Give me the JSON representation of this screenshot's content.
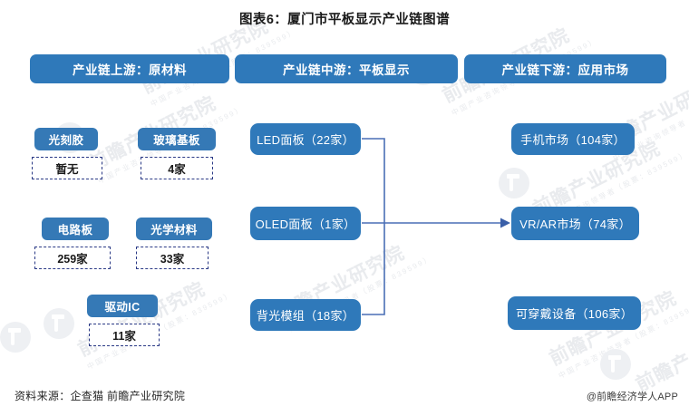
{
  "title": "图表6：厦门市平板显示产业链图谱",
  "colors": {
    "header_blue": "#2f79ba",
    "node_blue": "#2f79ba",
    "cap_blue": "#3579b6",
    "dashed_border": "#2b3a86",
    "connector": "#4a6fb5",
    "text_dark": "#1a1a1a"
  },
  "headers": [
    {
      "label": "产业链上游：原材料"
    },
    {
      "label": "产业链中游：平板显示"
    },
    {
      "label": "产业链下游：应用市场"
    }
  ],
  "upstream": {
    "items": [
      {
        "name": "光刻胶",
        "value": "暂无"
      },
      {
        "name": "玻璃基板",
        "value": "4家"
      },
      {
        "name": "电路板",
        "value": "259家"
      },
      {
        "name": "光学材料",
        "value": "33家"
      },
      {
        "name": "驱动IC",
        "value": "11家"
      }
    ]
  },
  "midstream": {
    "items": [
      {
        "label": "LED面板（22家）"
      },
      {
        "label": "OLED面板（1家）"
      },
      {
        "label": "背光模组（18家）"
      }
    ]
  },
  "downstream": {
    "items": [
      {
        "label": "手机市场（104家）"
      },
      {
        "label": "VR/AR市场（74家）"
      },
      {
        "label": "可穿戴设备（106家）"
      }
    ]
  },
  "footer": {
    "source": "资料来源：企查猫 前瞻产业研究院",
    "app": "@前瞻经济学人APP"
  },
  "watermark": {
    "text": "前瞻产业研究院",
    "subtext": "中国产业咨询领导者（股票：839599）"
  }
}
